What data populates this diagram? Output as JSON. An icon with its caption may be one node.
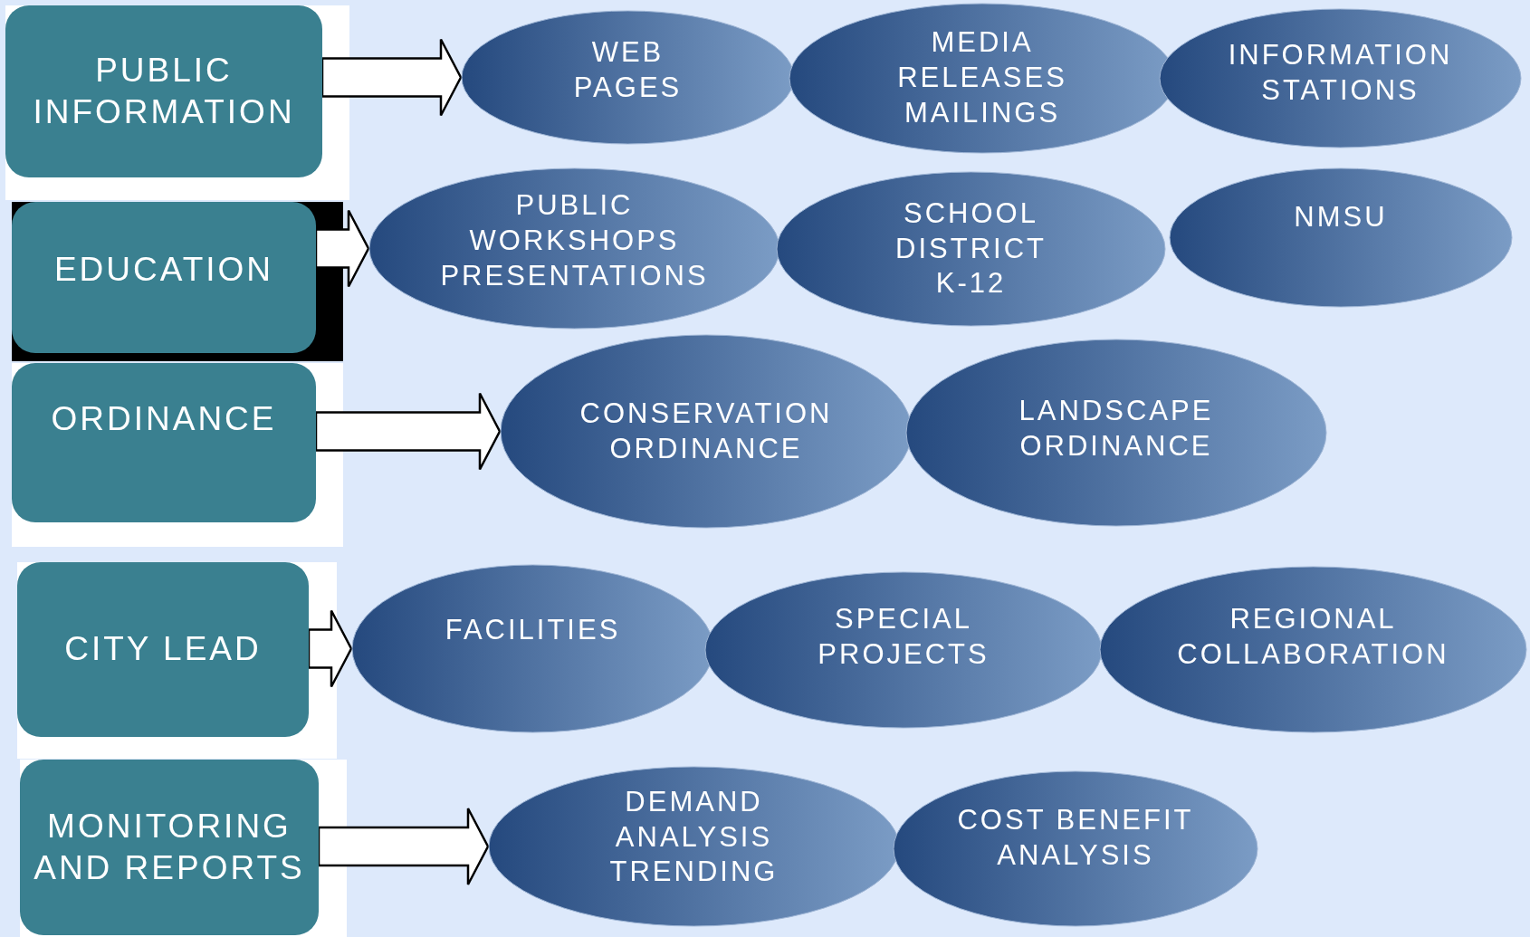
{
  "diagram": {
    "nodes": [
      {
        "text": [
          "PUBLIC INFORMATION"
        ]
      },
      {
        "text": [
          "WEB PAGES"
        ]
      },
      {
        "text": [
          "MEDIA RELEASES MAILINGS"
        ]
      },
      {
        "text": [
          "INFORMATION STATIONS"
        ]
      },
      {
        "text": [
          "EDUCATION"
        ]
      },
      {
        "text": [
          "PUBLIC WORKSHOPS PRESENTATIONS"
        ]
      },
      {
        "text": [
          "SCHOOL DISTRICT K-12"
        ]
      },
      {
        "text": [
          "NMSU"
        ]
      },
      {
        "text": [
          "ORDINANCE"
        ]
      },
      {
        "text": [
          "CONSERVATION ORDINANCE"
        ]
      },
      {
        "text": [
          "LANDSCAPE ORDINANCE"
        ]
      },
      {
        "text": [
          "CITY LEAD"
        ]
      },
      {
        "text": [
          "FACILITIES"
        ]
      },
      {
        "text": [
          "SPECIAL PROJECTS"
        ]
      },
      {
        "text": [
          "REGIONAL COLLABORATION"
        ]
      },
      {
        "text": [
          "MONITORING AND REPORTS"
        ]
      },
      {
        "text": [
          "DEMAND ANALYSIS TRENDING"
        ]
      },
      {
        "text": [
          "COST BENEFIT ANALYSIS"
        ]
      }
    ],
    "edges": [
      {
        "from": 0,
        "to": 1,
        "arrow": "to"
      },
      {
        "from": 4,
        "to": 5,
        "arrow": "to"
      },
      {
        "from": 8,
        "to": 9,
        "arrow": "to"
      },
      {
        "from": 11,
        "to": 12,
        "arrow": "to"
      },
      {
        "from": 15,
        "to": 16,
        "arrow": "to"
      }
    ]
  }
}
